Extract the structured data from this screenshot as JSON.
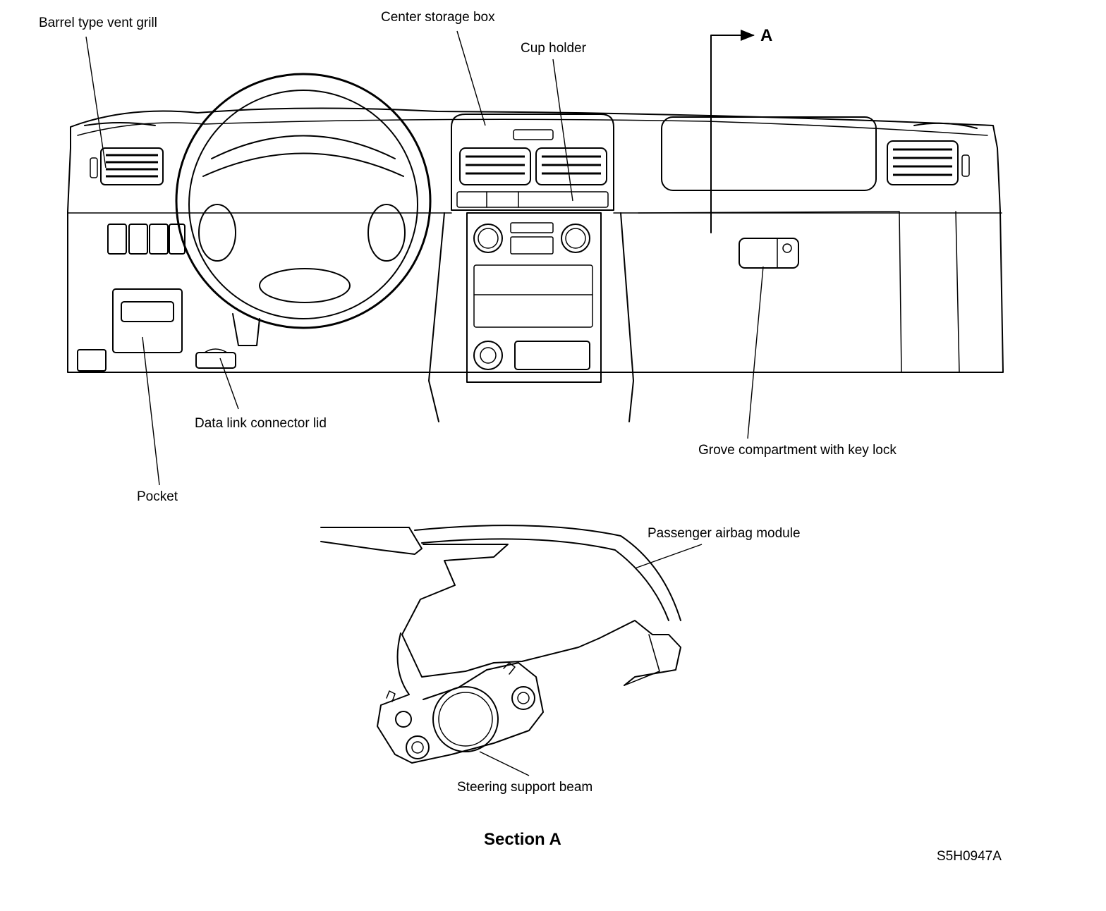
{
  "labels": {
    "barrel_vent": "Barrel type vent grill",
    "center_storage": "Center storage box",
    "cup_holder": "Cup holder",
    "section_marker": "A",
    "data_link": "Data link connector lid",
    "glove_box": "Grove compartment with key lock",
    "pocket": "Pocket",
    "airbag": "Passenger airbag module",
    "steering_beam": "Steering support beam",
    "section_title": "Section A",
    "figure_code": "S5H0947A"
  },
  "icons": {
    "section_arrow": "arrow-right-icon"
  }
}
